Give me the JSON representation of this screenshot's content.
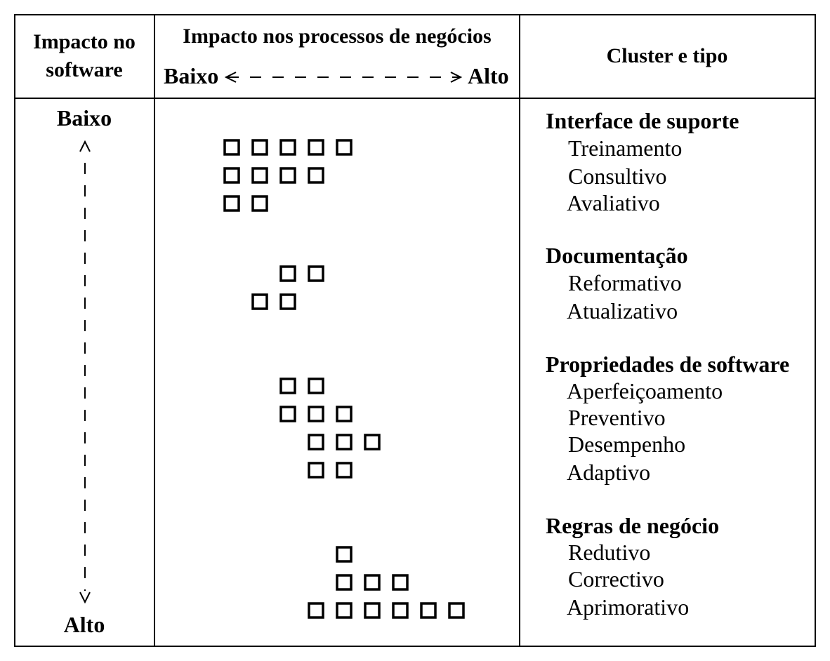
{
  "header": {
    "col1": "Impacto no software",
    "col2_title": "Impacto nos processos de negócios",
    "col2_low": "Baixo",
    "col2_high": "Alto",
    "col3": "Cluster e tipo"
  },
  "axis": {
    "top_label": "Baixo",
    "bottom_label": "Alto"
  },
  "clusters": [
    {
      "title": "Interface de suporte",
      "items": [
        "Treinamento",
        "Consultivo",
        "Avaliativo"
      ],
      "rows": [
        [
          0,
          1,
          2,
          3,
          4
        ],
        [
          0,
          1,
          2,
          3
        ],
        [
          0,
          1
        ]
      ]
    },
    {
      "title": "Documentação",
      "items": [
        "Reformativo",
        "Atualizativo"
      ],
      "rows": [
        [
          2,
          3
        ],
        [
          1,
          2
        ]
      ]
    },
    {
      "title": "Propriedades de software",
      "items": [
        "Aperfeiçoamento",
        "Preventivo",
        "Desempenho",
        "Adaptivo"
      ],
      "rows": [
        [
          2,
          3
        ],
        [
          2,
          3,
          4
        ],
        [
          3,
          4,
          5
        ],
        [
          3,
          4
        ]
      ]
    },
    {
      "title": "Regras de negócio",
      "items": [
        "Redutivo",
        "Correctivo",
        "Aprimorativo"
      ],
      "rows": [
        [
          4
        ],
        [
          4,
          5,
          6
        ],
        [
          3,
          4,
          5,
          6,
          7,
          8
        ]
      ]
    }
  ]
}
